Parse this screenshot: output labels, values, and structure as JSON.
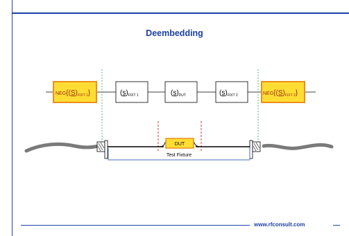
{
  "slide": {
    "title": "Deembedding",
    "footer_url": "www.rfconsult.com",
    "accent_color": "#1c3fa8"
  },
  "diagram": {
    "neg_blocks": [
      {
        "prefix": "NEG",
        "symbol": "S",
        "subscript": "FIXT 1"
      },
      {
        "prefix": "NEG",
        "symbol": "S",
        "subscript": "FIXT 2"
      }
    ],
    "s_blocks": [
      {
        "symbol": "s",
        "subscript": "FIXT 1"
      },
      {
        "symbol": "s",
        "subscript": "DUT"
      },
      {
        "symbol": "s",
        "subscript": "FIXT 2"
      }
    ],
    "dut_label": "DUT",
    "fixture_label": "Test Fixture",
    "colors": {
      "neg_fill": "#ffdd33",
      "neg_border": "#e8901c",
      "neg_text": "#9c2a10",
      "cable": "#7a7a7a",
      "plane_green": "#4aa870",
      "plane_red": "#cc2222",
      "fixture_blue": "#4a6fc0"
    }
  }
}
